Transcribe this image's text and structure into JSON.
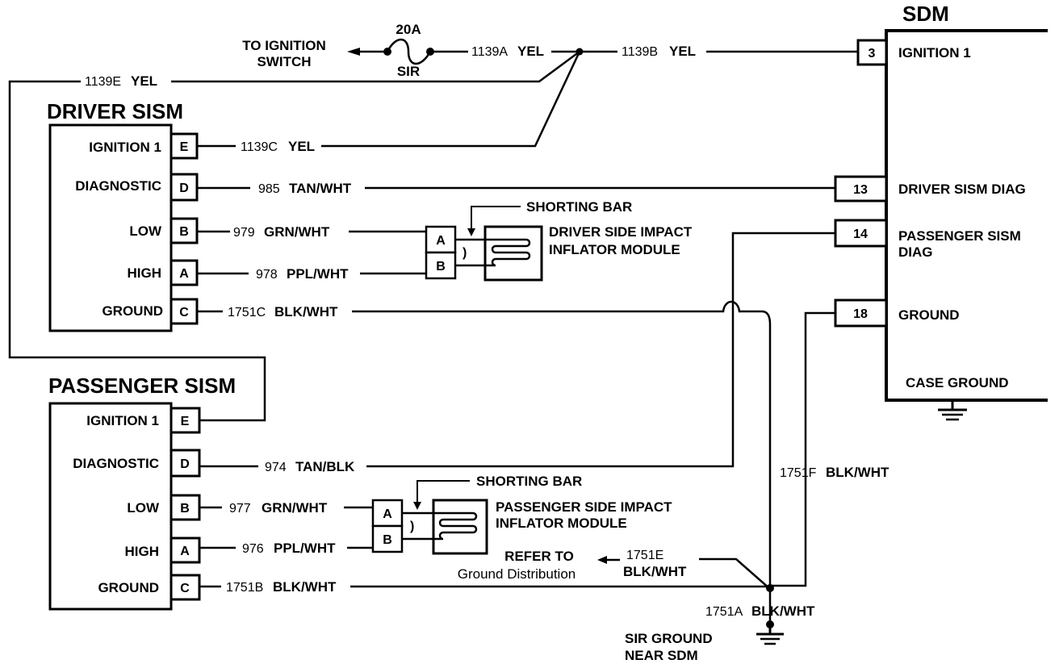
{
  "sdm": {
    "title": "SDM",
    "pins": [
      {
        "pin": "3",
        "label": "IGNITION 1"
      },
      {
        "pin": "13",
        "label": "DRIVER SISM DIAG"
      },
      {
        "pin": "14",
        "label_line1": "PASSENGER SISM",
        "label_line2": "DIAG"
      },
      {
        "pin": "18",
        "label": "GROUND"
      }
    ],
    "case_ground": "CASE GROUND"
  },
  "fuse": {
    "rating": "20A",
    "name": "SIR",
    "to_ignition_line1": "TO IGNITION",
    "to_ignition_line2": "SWITCH"
  },
  "driver_sism": {
    "title": "DRIVER SISM",
    "rows": [
      {
        "label": "IGNITION 1",
        "pin": "E",
        "wire_num": "1139C",
        "wire_color": "YEL"
      },
      {
        "label": "DIAGNOSTIC",
        "pin": "D",
        "wire_num": "985",
        "wire_color": "TAN/WHT"
      },
      {
        "label": "LOW",
        "pin": "B",
        "wire_num": "979",
        "wire_color": "GRN/WHT"
      },
      {
        "label": "HIGH",
        "pin": "A",
        "wire_num": "978",
        "wire_color": "PPL/WHT"
      },
      {
        "label": "GROUND",
        "pin": "C",
        "wire_num": "1751C",
        "wire_color": "BLK/WHT"
      }
    ]
  },
  "passenger_sism": {
    "title": "PASSENGER SISM",
    "rows": [
      {
        "label": "IGNITION 1",
        "pin": "E"
      },
      {
        "label": "DIAGNOSTIC",
        "pin": "D",
        "wire_num": "974",
        "wire_color": "TAN/BLK"
      },
      {
        "label": "LOW",
        "pin": "B",
        "wire_num": "977",
        "wire_color": "GRN/WHT"
      },
      {
        "label": "HIGH",
        "pin": "A",
        "wire_num": "976",
        "wire_color": "PPL/WHT"
      },
      {
        "label": "GROUND",
        "pin": "C",
        "wire_num": "1751B",
        "wire_color": "BLK/WHT"
      }
    ]
  },
  "wires": {
    "w1139a": {
      "num": "1139A",
      "color": "YEL"
    },
    "w1139b": {
      "num": "1139B",
      "color": "YEL"
    },
    "w1139e": {
      "num": "1139E",
      "color": "YEL"
    },
    "w1751f": {
      "num": "1751F",
      "color": "BLK/WHT"
    },
    "w1751e": {
      "num": "1751E",
      "color": "BLK/WHT"
    },
    "w1751a": {
      "num": "1751A",
      "color": "BLK/WHT"
    }
  },
  "driver_module": {
    "shorting_bar": "SHORTING BAR",
    "line1": "DRIVER SIDE IMPACT",
    "line2": "INFLATOR MODULE",
    "pin_a": "A",
    "pin_b": "B"
  },
  "passenger_module": {
    "shorting_bar": "SHORTING BAR",
    "line1": "PASSENGER SIDE IMPACT",
    "line2": "INFLATOR MODULE",
    "pin_a": "A",
    "pin_b": "B"
  },
  "refer": {
    "line1": "REFER TO",
    "line2": "Ground Distribution"
  },
  "sir_ground": {
    "line1": "SIR GROUND",
    "line2": "NEAR SDM"
  },
  "icons": [
    "arrow-left-icon",
    "fuse-icon",
    "ground-symbol-icon",
    "splice-dot-icon",
    "inflator-coil-icon"
  ]
}
